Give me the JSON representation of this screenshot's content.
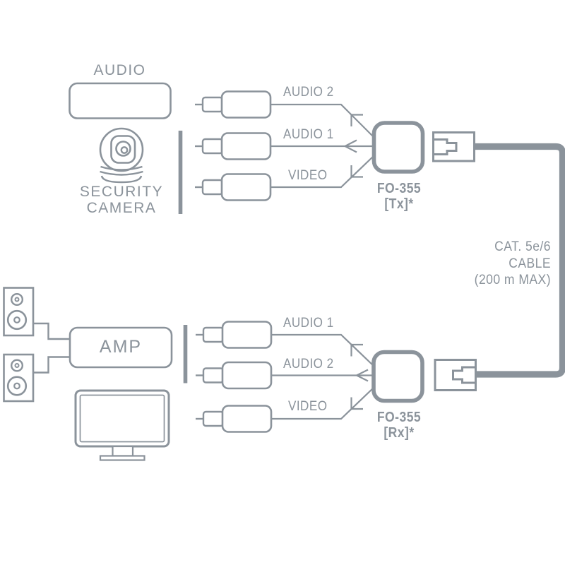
{
  "colors": {
    "ink": "#8B939B",
    "background": "#FFFFFF"
  },
  "top": {
    "audio_device": {
      "label": "AUDIO"
    },
    "camera": {
      "label_line1": "SECURITY",
      "label_line2": "CAMERA"
    },
    "inputs": [
      {
        "label": "AUDIO 2"
      },
      {
        "label": "AUDIO 1"
      },
      {
        "label": "VIDEO"
      }
    ],
    "transmitter": {
      "model": "FO-355",
      "mode": "[Tx]*"
    }
  },
  "cable": {
    "type": "CAT. 5e/6",
    "name": "CABLE",
    "limit": "(200 m MAX)"
  },
  "bottom": {
    "amp": {
      "label": "AMP"
    },
    "outputs": [
      {
        "label": "AUDIO 1"
      },
      {
        "label": "AUDIO 2"
      },
      {
        "label": "VIDEO"
      }
    ],
    "receiver": {
      "model": "FO-355",
      "mode": "[Rx]*"
    }
  }
}
